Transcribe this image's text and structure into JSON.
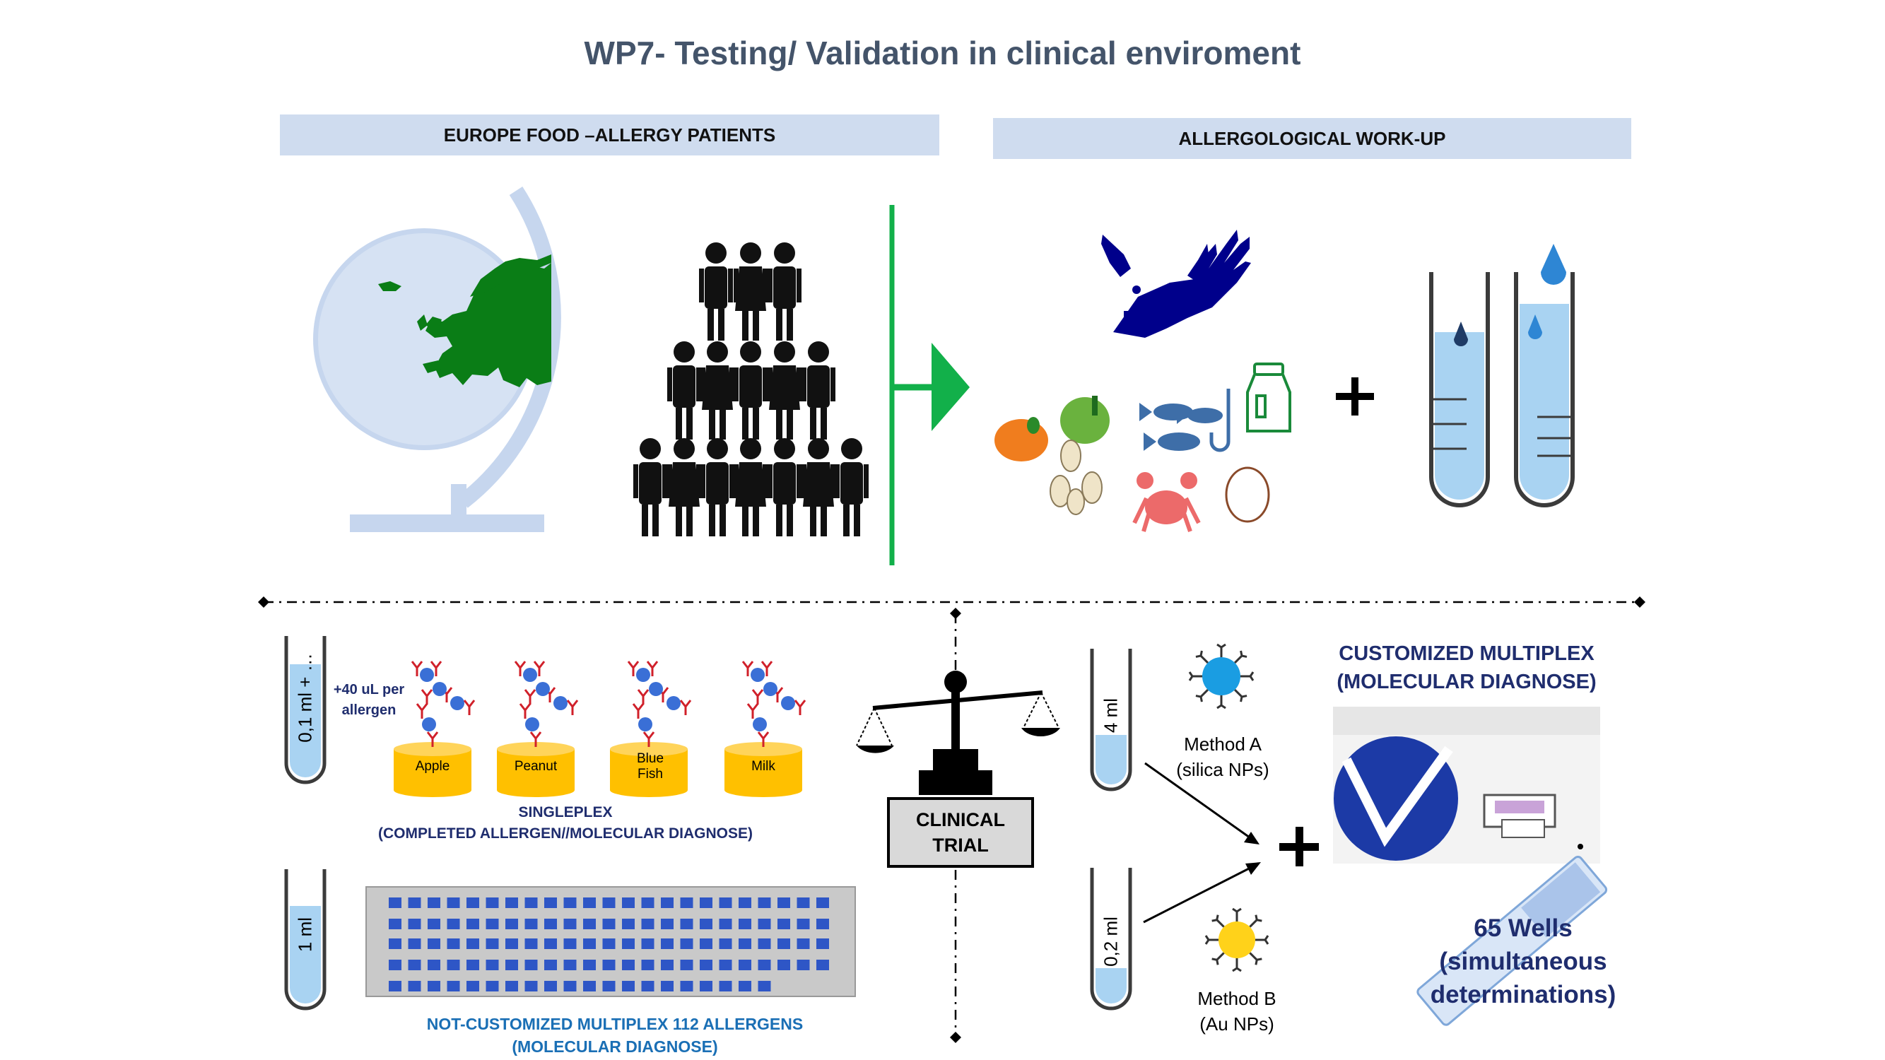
{
  "title": "WP7- Testing/ Validation in clinical enviroment",
  "banners": {
    "left": "EUROPE FOOD –ALLERGY PATIENTS",
    "right": "ALLERGOLOGICAL WORK-UP"
  },
  "singleplex": {
    "tube_label": "0,1 ml + …",
    "volume_note_line1": "+40 uL per",
    "volume_note_line2": "allergen",
    "allergens": [
      {
        "label_line1": "Apple",
        "label_line2": ""
      },
      {
        "label_line1": "Peanut",
        "label_line2": ""
      },
      {
        "label_line1": "Blue",
        "label_line2": "Fish"
      },
      {
        "label_line1": "Milk",
        "label_line2": ""
      }
    ],
    "caption_line1": "SINGLEPLEX",
    "caption_line2": "(COMPLETED ALLERGEN//MOLECULAR DIAGNOSE)"
  },
  "not_customized": {
    "tube_label": "1 ml",
    "caption_line1": "NOT-CUSTOMIZED MULTIPLEX 112 ALLERGENS",
    "caption_line2": "(MOLECULAR DIAGNOSE)",
    "array_count": 112
  },
  "clinical_trial": {
    "line1": "CLINICAL",
    "line2": "TRIAL"
  },
  "methods": {
    "tube_a_label": "4 ml",
    "tube_b_label": "0,2 ml",
    "method_a_line1": "Method A",
    "method_a_line2": "(silica NPs)",
    "method_b_line1": "Method B",
    "method_b_line2": "(Au NPs)",
    "plus": "+"
  },
  "customized": {
    "title_line1": "CUSTOMIZED MULTIPLEX",
    "title_line2": "(MOLECULAR DIAGNOSE)",
    "wells_line1": "65 Wells",
    "wells_line2": "(simultaneous",
    "wells_line3": "determinations)"
  },
  "workup": {
    "plus": "+"
  },
  "colors": {
    "title": "#44546a",
    "banner_bg": "#cfdcef",
    "europe_green": "#0a7d16",
    "arrow_green": "#12b04a",
    "navy": "#1f2d6e",
    "light_blue_text": "#1a6fb5",
    "disk_yellow": "#ffc000",
    "well_blue": "#2e56c6"
  }
}
